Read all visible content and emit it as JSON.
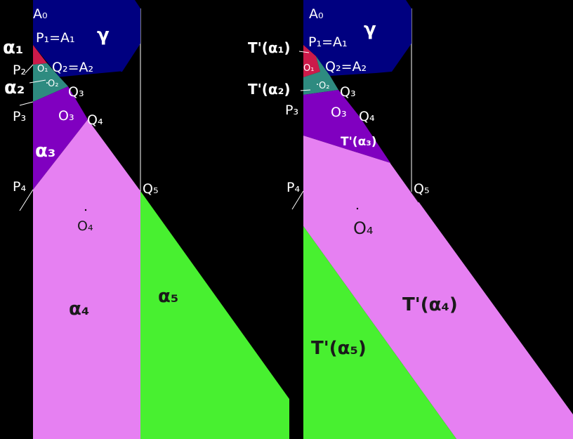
{
  "colors": {
    "background": "#000000",
    "gamma": "#000080",
    "alpha1": "#cc1a4a",
    "alpha2": "#2e8b80",
    "alpha3": "#8000c0",
    "alpha4": "#e680f2",
    "alpha5": "#48f030",
    "line": "#ffffff"
  },
  "left": {
    "A0": "A₀",
    "P1A1": "P₁=A₁",
    "gamma": "γ",
    "alpha1": "α₁",
    "P2": "P₂",
    "O1": "O₁",
    "Q2A2": "Q₂=A₂",
    "alpha2": "α₂",
    "O2": "O₂",
    "Q3": "Q₃",
    "P3": "P₃",
    "O3": "O₃",
    "Q4": "Q₄",
    "alpha3": "α₃",
    "P4": "P₄",
    "Q5": "Q₅",
    "O4": "O₄",
    "alpha4": "α₄",
    "alpha5": "α₅"
  },
  "right": {
    "A0": "A₀",
    "P1A1": "P₁=A₁",
    "gamma": "γ",
    "T_alpha1": "T'(α₁)",
    "O1": "O₁",
    "Q2A2": "Q₂=A₂",
    "T_alpha2": "T'(α₂)",
    "O2": "O₂",
    "Q3": "Q₃",
    "P3": "P₃",
    "O3": "O₃",
    "Q4": "Q₄",
    "T_alpha3": "T'(α₃)",
    "P4": "P₄",
    "Q5": "Q₅",
    "O4": "O₄",
    "T_alpha4": "T'(α₄)",
    "T_alpha5": "T'(α₅)"
  }
}
